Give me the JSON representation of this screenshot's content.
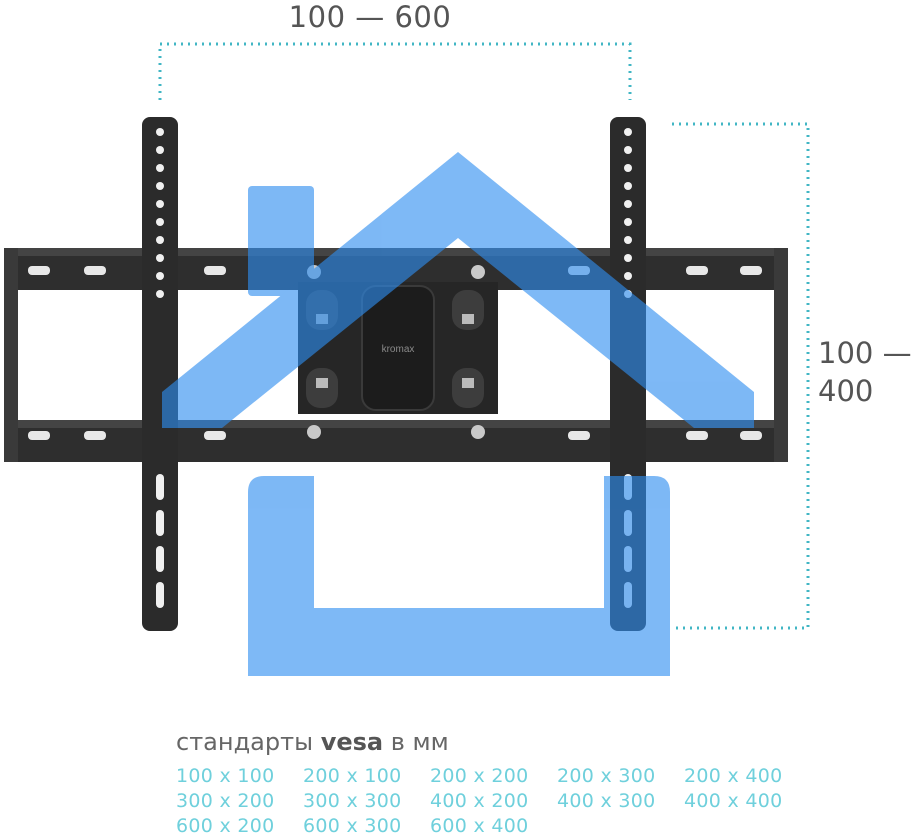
{
  "dimensions": {
    "width_label": "100 — 600",
    "height_label_line1": "100 —",
    "height_label_line2": "400"
  },
  "brand_mark": "kromax",
  "vesa": {
    "title_prefix": "стандарты",
    "title_bold": "vesa",
    "title_suffix": "в мм",
    "rows": [
      [
        "100 x 100",
        "200 x 100",
        "200 x 200",
        "200 x 300",
        "200 x 400"
      ],
      [
        "300 x 200",
        "300 x 300",
        "400 x 200",
        "400 x 300",
        "400 x 400"
      ],
      [
        "600 x 200",
        "600 x 300",
        "600 x 400"
      ]
    ]
  },
  "colors": {
    "accent_dotted": "#41b6c4",
    "overlay_blue": "#2e8ef0",
    "metal": "#2b2b2b",
    "vesa_values": "#6fd0dc"
  },
  "icons": [
    "house-watermark-icon"
  ]
}
